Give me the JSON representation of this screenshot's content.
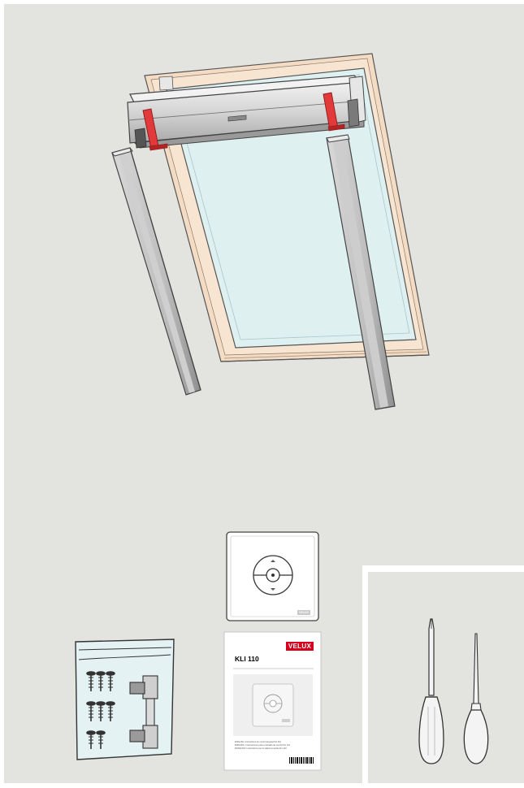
{
  "figure": {
    "background_color": "#e3e3df",
    "glass_color": "#dff0f1",
    "frame_wood_color": "#f4dcc4",
    "strap_color": "#e23a3a",
    "brand_color": "#d6001c"
  },
  "manual": {
    "brand": "VELUX",
    "product_code": "KLI 110",
    "line_en": "ENGLISH: Instructions for control keypad KLI 110",
    "line_es": "ESPAÑOL: Instrucciones para el teclado de control KLI 110",
    "line_fr": "FRANÇAIS: Instructions pour le télécommande KLI 110"
  },
  "remote": {
    "brand": "VELUX"
  },
  "icons": [
    "window-icon",
    "roller-shutter-icon",
    "side-rail-icon",
    "wall-switch-icon",
    "screw-bag-icon",
    "instruction-manual-icon",
    "screwdriver-icon",
    "awl-icon"
  ]
}
